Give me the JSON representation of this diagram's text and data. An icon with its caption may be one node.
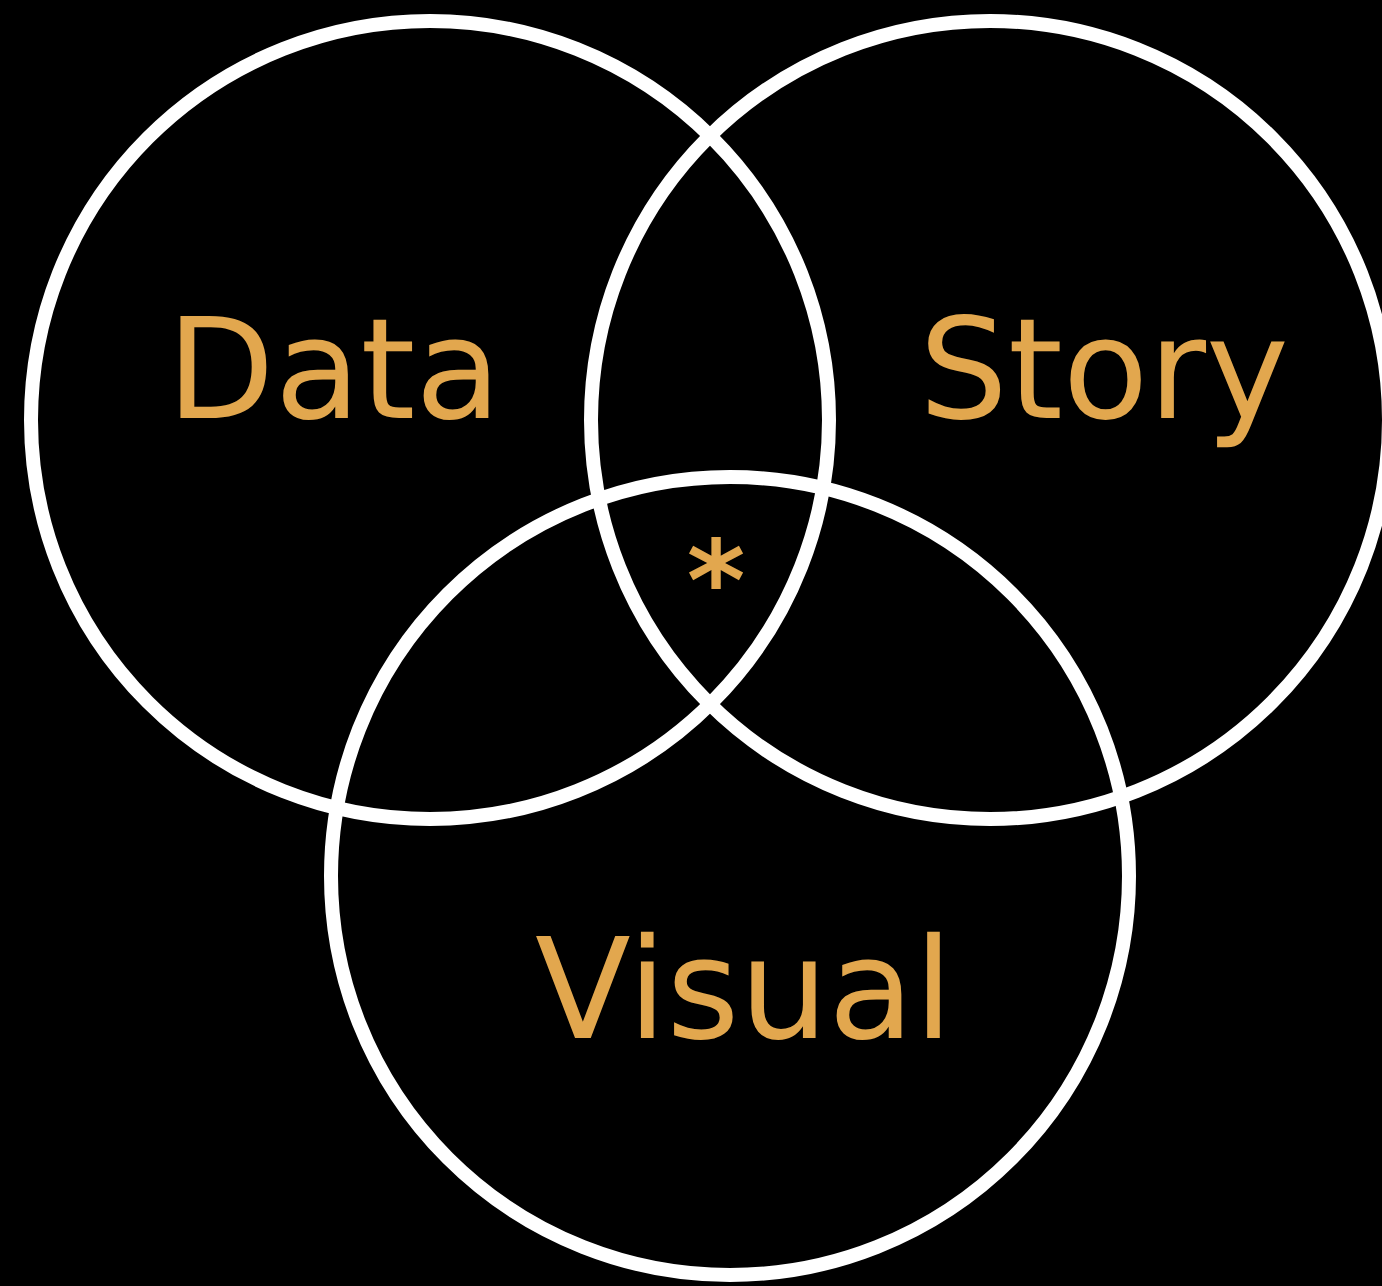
{
  "diagram": {
    "nodes": [
      {
        "text": [
          "Data"
        ]
      },
      {
        "text": [
          "Story"
        ]
      },
      {
        "text": [
          "Visual"
        ]
      }
    ],
    "labels": [
      "*"
    ]
  }
}
